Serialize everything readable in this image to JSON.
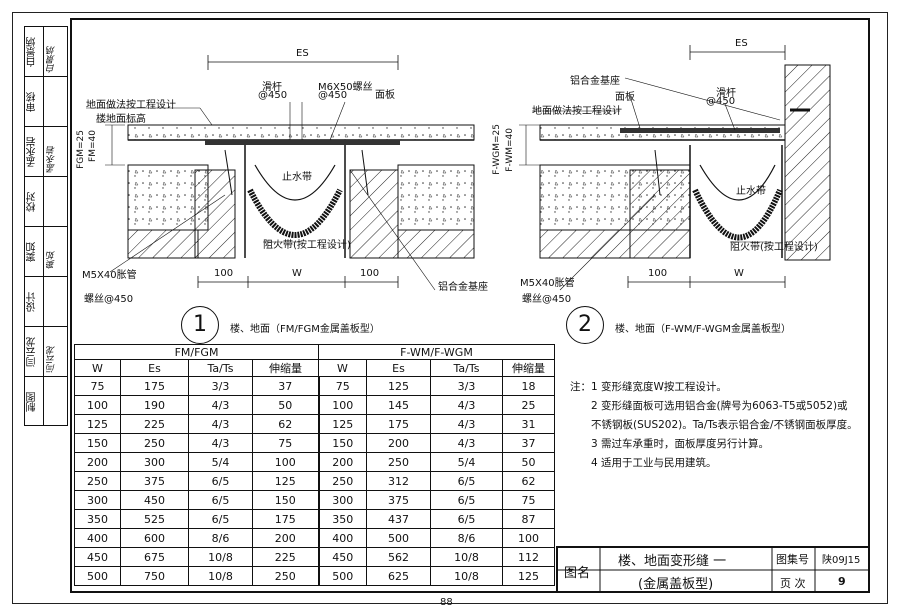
{
  "sidebar": {
    "cells": [
      {
        "label": "白景炳",
        "sign": "白景炳"
      },
      {
        "label": "审核",
        "sign": ""
      },
      {
        "label": "孟永岩",
        "sign": "孟永岩"
      },
      {
        "label": "校对",
        "sign": ""
      },
      {
        "label": "窦如",
        "sign": "窦如"
      },
      {
        "label": "设计",
        "sign": ""
      },
      {
        "label": "闫云龙",
        "sign": "闫云龙"
      },
      {
        "label": "制图",
        "sign": ""
      }
    ]
  },
  "drawing1": {
    "es": "ES",
    "floor_design": "地面做法按工程设计",
    "floor_level": "楼地面标高",
    "slide_rod": "滑杆",
    "at450a": "@450",
    "bolt": "M6X50螺丝",
    "at450b": "@450",
    "panel": "面板",
    "fgm": "FGM=25",
    "fm": "FM=40",
    "water_stop": "止水带",
    "fire_strip": "阻火带(按工程设计)",
    "alu_base": "铝合金基座",
    "expansion_bolt": "M5X40胀管",
    "screw": "螺丝@450",
    "dim_left": "100",
    "dim_mid": "W",
    "dim_right": "100",
    "number": "1",
    "caption": "楼、地面（FM/FGM金属盖板型）"
  },
  "drawing2": {
    "es": "ES",
    "alu_base": "铝合金基座",
    "panel": "面板",
    "floor_design": "地面做法按工程设计",
    "slide_rod": "滑杆",
    "at450": "@450",
    "fwgm": "F-WGM=25",
    "fwm": "F-WM=40",
    "water_stop": "止水带",
    "fire_strip": "阻火带(按工程设计)",
    "expansion_bolt": "M5X40胀管",
    "screw": "螺丝@450",
    "dim_left": "100",
    "dim_mid": "W",
    "number": "2",
    "caption": "楼、地面（F-WM/F-WGM金属盖板型）"
  },
  "table": {
    "group_left": "FM/FGM",
    "group_right": "F-WM/F-WGM",
    "headers": [
      "W",
      "Es",
      "Ta/Ts",
      "伸缩量",
      "W",
      "Es",
      "Ta/Ts",
      "伸缩量"
    ],
    "rows": [
      [
        "75",
        "175",
        "3/3",
        "37",
        "75",
        "125",
        "3/3",
        "18"
      ],
      [
        "100",
        "190",
        "4/3",
        "50",
        "100",
        "145",
        "4/3",
        "25"
      ],
      [
        "125",
        "225",
        "4/3",
        "62",
        "125",
        "175",
        "4/3",
        "31"
      ],
      [
        "150",
        "250",
        "4/3",
        "75",
        "150",
        "200",
        "4/3",
        "37"
      ],
      [
        "200",
        "300",
        "5/4",
        "100",
        "200",
        "250",
        "5/4",
        "50"
      ],
      [
        "250",
        "375",
        "6/5",
        "125",
        "250",
        "312",
        "6/5",
        "62"
      ],
      [
        "300",
        "450",
        "6/5",
        "150",
        "300",
        "375",
        "6/5",
        "75"
      ],
      [
        "350",
        "525",
        "6/5",
        "175",
        "350",
        "437",
        "6/5",
        "87"
      ],
      [
        "400",
        "600",
        "8/6",
        "200",
        "400",
        "500",
        "8/6",
        "100"
      ],
      [
        "450",
        "675",
        "10/8",
        "225",
        "450",
        "562",
        "10/8",
        "112"
      ],
      [
        "500",
        "750",
        "10/8",
        "250",
        "500",
        "625",
        "10/8",
        "125"
      ]
    ]
  },
  "notes": {
    "prefix": "注：",
    "items": [
      "1  变形缝宽度W按工程设计。",
      "2  变形缝面板可选用铝合金(牌号为6063-T5或5052)或",
      "    不锈钢板(SUS202)。Ta/Ts表示铝合金/不锈钢面板厚度。",
      "3  需过车承重时，面板厚度另行计算。",
      "4  适用于工业与民用建筑。"
    ]
  },
  "titleblock": {
    "label_title": "图名",
    "title_line1": "楼、地面变形缝 一",
    "title_line2": "(金属盖板型)",
    "label_atlas": "图集号",
    "atlas_no": "陕09J15",
    "label_page": "页  次",
    "page": "9"
  },
  "page_number": "88"
}
